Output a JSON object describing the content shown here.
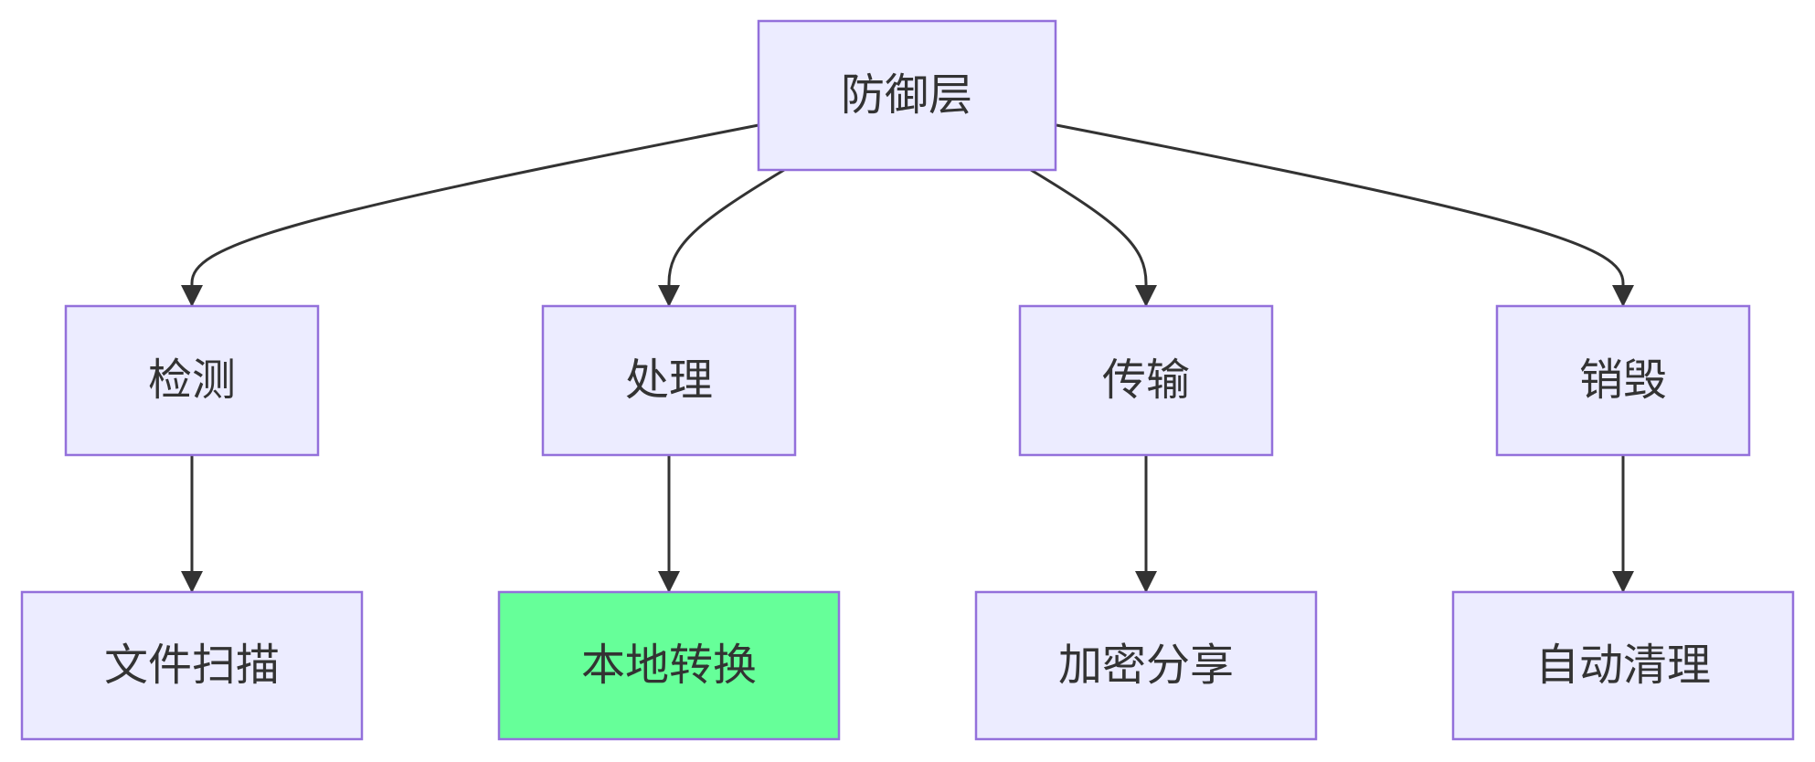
{
  "diagram": {
    "type": "flowchart",
    "direction": "top-down",
    "colors": {
      "node_fill": "#ececff",
      "node_border": "#9370db",
      "highlight_fill": "#66ff99",
      "edge": "#333333",
      "text": "#333333"
    },
    "nodes": {
      "root": {
        "label": "防御层"
      },
      "detect": {
        "label": "检测"
      },
      "process": {
        "label": "处理"
      },
      "transfer": {
        "label": "传输"
      },
      "destroy": {
        "label": "销毁"
      },
      "scan": {
        "label": "文件扫描"
      },
      "convert": {
        "label": "本地转换",
        "highlighted": true
      },
      "share": {
        "label": "加密分享"
      },
      "cleanup": {
        "label": "自动清理"
      }
    },
    "edges": [
      {
        "from": "防御层",
        "to": "检测"
      },
      {
        "from": "防御层",
        "to": "处理"
      },
      {
        "from": "防御层",
        "to": "传输"
      },
      {
        "from": "防御层",
        "to": "销毁"
      },
      {
        "from": "检测",
        "to": "文件扫描"
      },
      {
        "from": "处理",
        "to": "本地转换"
      },
      {
        "from": "传输",
        "to": "加密分享"
      },
      {
        "from": "销毁",
        "to": "自动清理"
      }
    ]
  }
}
